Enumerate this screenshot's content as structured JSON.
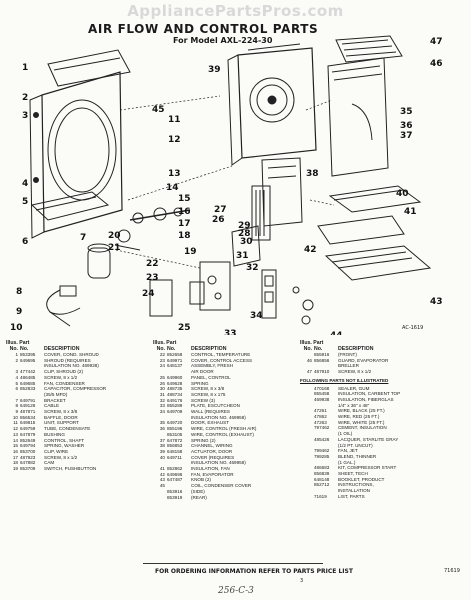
{
  "watermark": "AppliancePartsPros.com",
  "title": "AIR FLOW AND CONTROL PARTS",
  "model": "For Model AXL-224-30",
  "figure_code": "AC-1619",
  "callouts": [
    "1",
    "2",
    "3",
    "4",
    "5",
    "6",
    "7",
    "8",
    "9",
    "10",
    "11",
    "12",
    "13",
    "14",
    "15",
    "16",
    "17",
    "18",
    "19",
    "20",
    "21",
    "22",
    "23",
    "24",
    "25",
    "26",
    "27",
    "28",
    "29",
    "30",
    "31",
    "32",
    "33",
    "34",
    "35",
    "36",
    "37",
    "38",
    "39",
    "40",
    "41",
    "42",
    "43",
    "44",
    "45",
    "46",
    "47"
  ],
  "table_header": {
    "illus": "Illus. Part",
    "no": "No.",
    "part_no": "No.",
    "description": "DESCRIPTION"
  },
  "col1": [
    {
      "ill": "1",
      "part": "853395",
      "desc": "COVER, COND. SHROUD"
    },
    {
      "ill": "2",
      "part": "649695",
      "desc": "SHROUD (REQUIRES"
    },
    {
      "ill": "",
      "part": "",
      "desc": "INSULATION NO. 469938)"
    },
    {
      "ill": "3",
      "part": "477442",
      "desc": "CLIP, SHROUD (2)"
    },
    {
      "ill": "4",
      "part": "486485",
      "desc": "SCREW, 8 x 1/2"
    },
    {
      "ill": "5",
      "part": "649685",
      "desc": "FAN, CONDENSER"
    },
    {
      "ill": "6",
      "part": "852833",
      "desc": "CAPACITOR, COMPRESSOR"
    },
    {
      "ill": "",
      "part": "",
      "desc": "(35/5 MFD)"
    },
    {
      "ill": "7",
      "part": "649791",
      "desc": "BRACKET"
    },
    {
      "ill": "8",
      "part": "649126",
      "desc": "CABLE"
    },
    {
      "ill": "9",
      "part": "487871",
      "desc": "SCREW, 8 x 3/8"
    },
    {
      "ill": "10",
      "part": "856534",
      "desc": "BAFFLE, DOOR"
    },
    {
      "ill": "11",
      "part": "649815",
      "desc": "UNIT, SUPPORT"
    },
    {
      "ill": "12",
      "part": "649759",
      "desc": "TUBE, CONDENSATE"
    },
    {
      "ill": "13",
      "part": "647879",
      "desc": "BUSHING"
    },
    {
      "ill": "14",
      "part": "852649",
      "desc": "CONTROL, SHAFT"
    },
    {
      "ill": "15",
      "part": "649794",
      "desc": "SPRING, WASHER"
    },
    {
      "ill": "16",
      "part": "853700",
      "desc": "CLIP, WIRE"
    },
    {
      "ill": "17",
      "part": "487923",
      "desc": "SCREW, 8 x 1/2"
    },
    {
      "ill": "18",
      "part": "647882",
      "desc": "CAM"
    },
    {
      "ill": "19",
      "part": "853709",
      "desc": "SWITCH, PUSHBUTTON"
    }
  ],
  "col2": [
    {
      "ill": "22",
      "part": "852658",
      "desc": "CONTROL, TEMPERATURE"
    },
    {
      "ill": "23",
      "part": "649971",
      "desc": "COVER, CONTROL ACCESS"
    },
    {
      "ill": "24",
      "part": "648137",
      "desc": "ASSEMBLY, FRESH"
    },
    {
      "ill": "",
      "part": "",
      "desc": "AIR DOOR"
    },
    {
      "ill": "25",
      "part": "649960",
      "desc": "PANEL, CONTROL"
    },
    {
      "ill": "26",
      "part": "649628",
      "desc": "SPRING"
    },
    {
      "ill": "30",
      "part": "488735",
      "desc": "SCREW, 8 x 3/8"
    },
    {
      "ill": "31",
      "part": "488734",
      "desc": "SCREW, 8 x 175"
    },
    {
      "ill": "32",
      "part": "649176",
      "desc": "SCREW (3)"
    },
    {
      "ill": "33",
      "part": "855289",
      "desc": "PLATE, ESCUTCHEON"
    },
    {
      "ill": "34",
      "part": "649709",
      "desc": "WALL (REQUIRES"
    },
    {
      "ill": "",
      "part": "",
      "desc": "INSULATION NO. 469958)"
    },
    {
      "ill": "35",
      "part": "649720",
      "desc": "DOOR, EXHAUST"
    },
    {
      "ill": "36",
      "part": "855196",
      "desc": "WIRE, CONTROL (FRESH AIR)"
    },
    {
      "ill": "",
      "part": "853105",
      "desc": "WIRE, CONTROL (EXHAUST)"
    },
    {
      "ill": "37",
      "part": "647872",
      "desc": "SPRING (2)"
    },
    {
      "ill": "38",
      "part": "856853",
      "desc": "CHANNEL, WIRING"
    },
    {
      "ill": "39",
      "part": "648158",
      "desc": "ACTUATOR, DOOR"
    },
    {
      "ill": "40",
      "part": "649711",
      "desc": "COVER (REQUIRES"
    },
    {
      "ill": "",
      "part": "",
      "desc": "INSULATION NO. 469958)"
    },
    {
      "ill": "41",
      "part": "852862",
      "desc": "INSULATION, FAN"
    },
    {
      "ill": "42",
      "part": "649696",
      "desc": "FAN, EVAPORATOR"
    },
    {
      "ill": "43",
      "part": "647487",
      "desc": "KNOB (2)"
    },
    {
      "ill": "45",
      "part": "",
      "desc": "COIL, CONDENSER COVER"
    },
    {
      "ill": "",
      "part": "853916",
      "desc": "(SIDE)"
    },
    {
      "ill": "",
      "part": "853919",
      "desc": "(REAR)"
    }
  ],
  "col3_top": [
    {
      "ill": "",
      "part": "855916",
      "desc": "(FRONT)"
    },
    {
      "ill": "46",
      "part": "856856",
      "desc": "GUARD, EVAPORATOR"
    },
    {
      "ill": "",
      "part": "",
      "desc": "BRELLER"
    },
    {
      "ill": "47",
      "part": "487910",
      "desc": "SCREW, 8 x 1/2"
    }
  ],
  "col3_section": "FOLLOWING PARTS NOT ILLUSTRATED",
  "col3_rest": [
    {
      "ill": "",
      "part": "470168",
      "desc": "SEALER, GUM"
    },
    {
      "ill": "",
      "part": "855458",
      "desc": "INSULATION, CARBENT TOP"
    },
    {
      "ill": "",
      "part": "469938",
      "desc": "INSULATION, FIBERGLAS"
    },
    {
      "ill": "",
      "part": "",
      "desc": "1/4\" x 36\" x 48\""
    },
    {
      "ill": "",
      "part": "47261",
      "desc": "WIRE, BLACK (25 FT.)"
    },
    {
      "ill": "",
      "part": "47862",
      "desc": "WIRE, RED (25 FT.)"
    },
    {
      "ill": "",
      "part": "47263",
      "desc": "WIRE, WHITE (25 FT.)"
    },
    {
      "ill": "",
      "part": "797462",
      "desc": "CEMENT, INSULATION"
    },
    {
      "ill": "",
      "part": "",
      "desc": "(1 OIL)"
    },
    {
      "ill": "",
      "part": "485426",
      "desc": "LACQUER, STARLITE GRAY"
    },
    {
      "ill": "",
      "part": "",
      "desc": "(1/2 PT. UNCUT)"
    },
    {
      "ill": "",
      "part": "799462",
      "desc": "FAN, JET"
    },
    {
      "ill": "",
      "part": "799285",
      "desc": "BLEND, THINNER"
    },
    {
      "ill": "",
      "part": "",
      "desc": "(1 GAL.)"
    },
    {
      "ill": "",
      "part": "486683",
      "desc": "KIT, COMPRESSOR START"
    },
    {
      "ill": "",
      "part": "856839",
      "desc": "SHEET, TECH"
    },
    {
      "ill": "",
      "part": "648148",
      "desc": "BOOKLET, PRODUCT"
    },
    {
      "ill": "",
      "part": "852712",
      "desc": "INSTRUCTIONS,"
    },
    {
      "ill": "",
      "part": "",
      "desc": "INSTALLATION"
    },
    {
      "ill": "",
      "part": "71619",
      "desc": "LIST, PARTS"
    }
  ],
  "footer": "FOR ORDERING INFORMATION REFER TO PARTS PRICE LIST",
  "page_number": "3",
  "doc_code": "71619",
  "handwritten": "256-C-3"
}
